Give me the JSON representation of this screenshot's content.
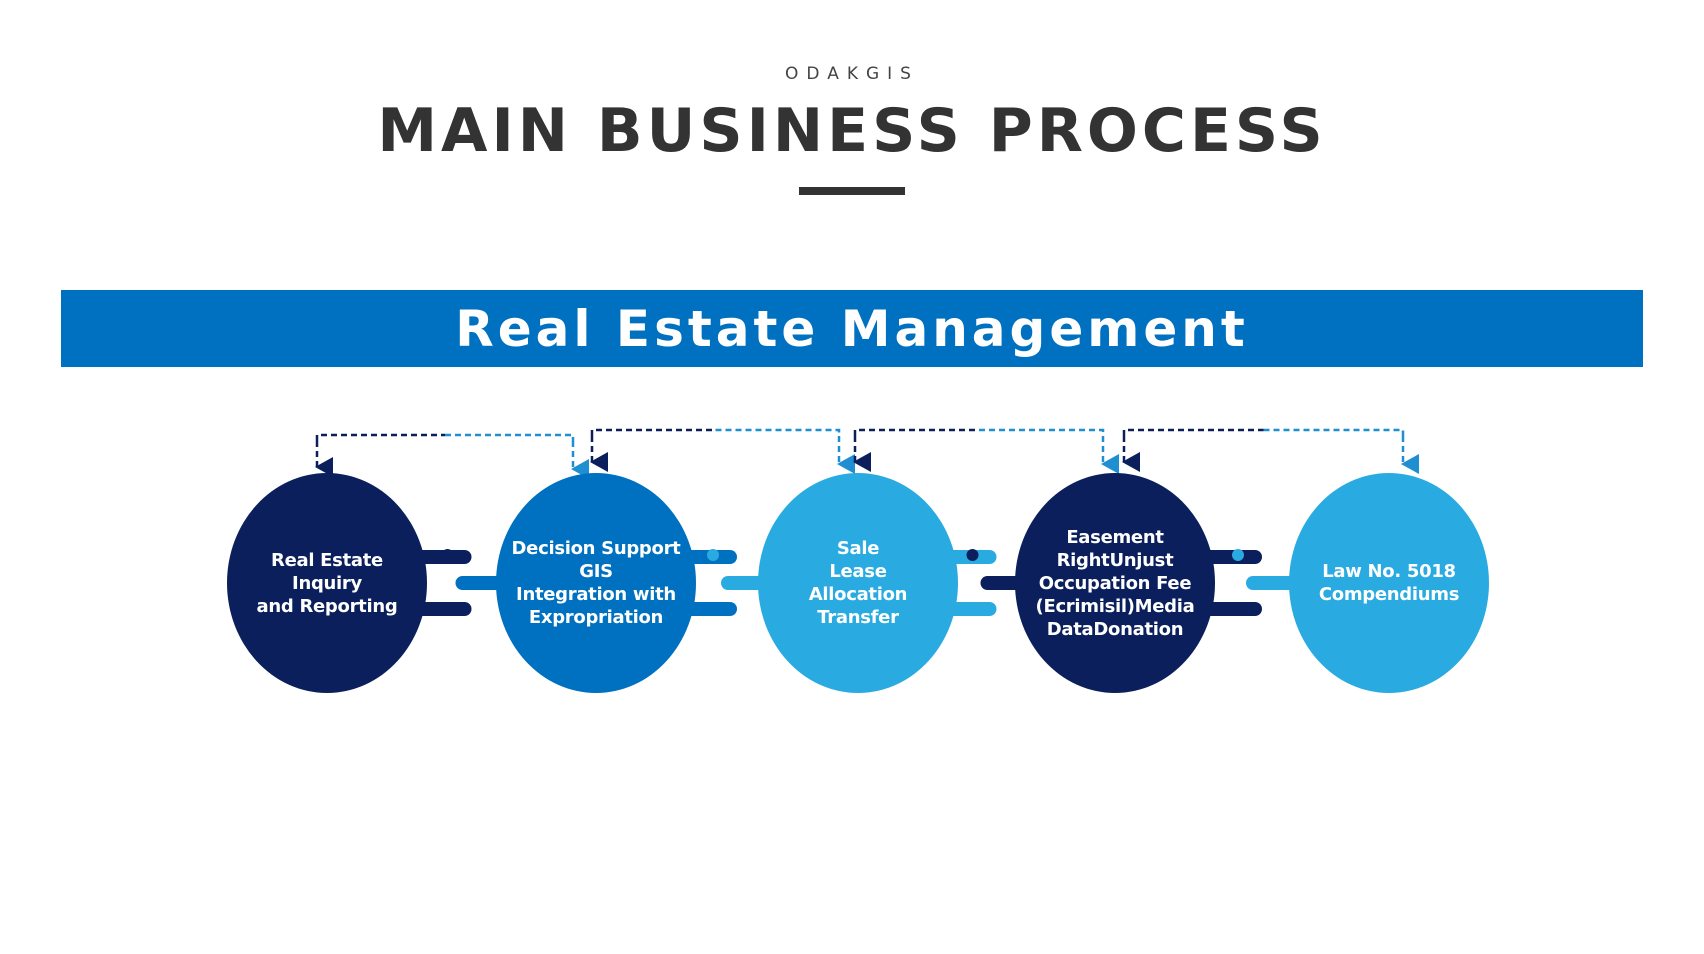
{
  "header": {
    "brand": "ODAKGIS",
    "title": "MAIN BUSINESS PROCESS"
  },
  "banner": {
    "title": "Real Estate Management"
  },
  "colors": {
    "dark_navy": "#0a1f5c",
    "medium_blue": "#0070c0",
    "light_blue": "#29abe2",
    "heading": "#333333",
    "banner": "#0070c0"
  },
  "nodes": [
    {
      "label": "Real Estate Inquiry\nand Reporting",
      "color": "#0a1f5c"
    },
    {
      "label": "Decision Support\nGIS\nIntegration with\nExpropriation",
      "color": "#0070c0"
    },
    {
      "label": "Sale\nLease\nAllocation\nTransfer",
      "color": "#29abe2"
    },
    {
      "label": "Easement\nRightUnjust\nOccupation Fee\n(Ecrimisil)Media\nDataDonation",
      "color": "#0a1f5c"
    },
    {
      "label": "Law No. 5018\nCompendiums",
      "color": "#29abe2"
    }
  ]
}
